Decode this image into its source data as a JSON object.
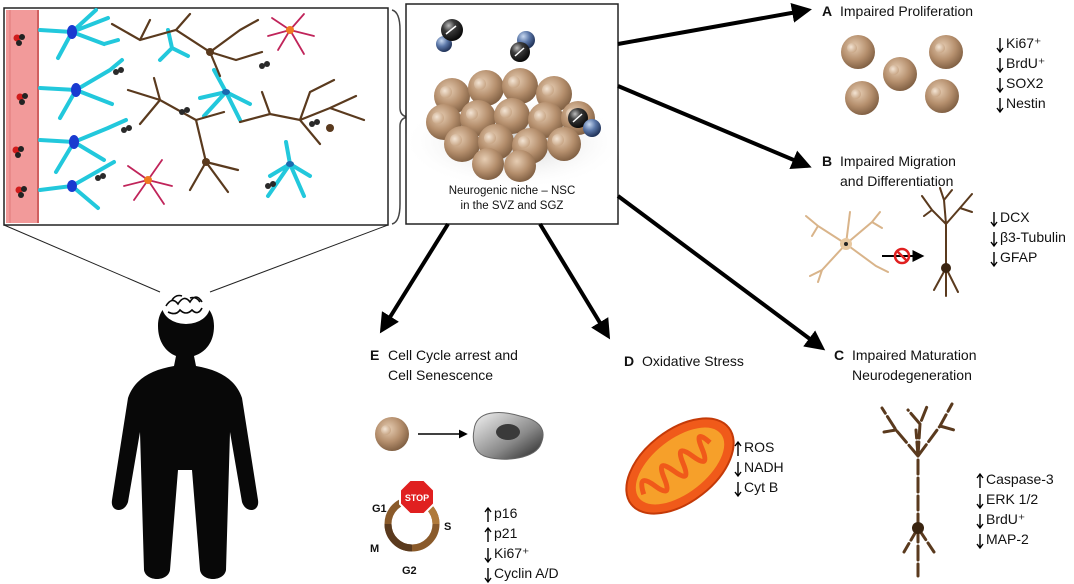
{
  "niche": {
    "caption_line1": "Neurogenic niche – NSC",
    "caption_line2": "in the SVZ and SGZ"
  },
  "panels": {
    "A": {
      "letter": "A",
      "title": "Impaired Proliferation",
      "markers": [
        {
          "dir": "down",
          "text": "Ki67⁺"
        },
        {
          "dir": "down",
          "text": "BrdU⁺"
        },
        {
          "dir": "down",
          "text": "SOX2"
        },
        {
          "dir": "down",
          "text": "Nestin"
        }
      ]
    },
    "B": {
      "letter": "B",
      "title_line1": "Impaired Migration",
      "title_line2": "and Differentiation",
      "markers": [
        {
          "dir": "down",
          "text": "DCX"
        },
        {
          "dir": "down",
          "text": "β3-Tubulin"
        },
        {
          "dir": "down",
          "text": "GFAP"
        }
      ]
    },
    "C": {
      "letter": "C",
      "title_line1": "Impaired Maturation",
      "title_line2": "Neurodegeneration",
      "markers": [
        {
          "dir": "up",
          "text": "Caspase-3"
        },
        {
          "dir": "down",
          "text": "ERK 1/2"
        },
        {
          "dir": "down",
          "text": "BrdU⁺"
        },
        {
          "dir": "down",
          "text": "MAP-2"
        }
      ]
    },
    "D": {
      "letter": "D",
      "title": "Oxidative Stress",
      "markers": [
        {
          "dir": "up",
          "text": "ROS"
        },
        {
          "dir": "down",
          "text": "NADH"
        },
        {
          "dir": "down",
          "text": "Cyt B"
        }
      ]
    },
    "E": {
      "letter": "E",
      "title_line1": "Cell Cycle arrest and",
      "title_line2": "Cell Senescence",
      "markers": [
        {
          "dir": "up",
          "text": "p16"
        },
        {
          "dir": "up",
          "text": "p21"
        },
        {
          "dir": "down",
          "text": "Ki67⁺"
        },
        {
          "dir": "down",
          "text": "Cyclin A/D"
        }
      ]
    }
  },
  "cell_cycle": {
    "stop_label": "STOP",
    "phases": {
      "g1": "G1",
      "s": "S",
      "m": "M",
      "g2": "G2"
    }
  },
  "colors": {
    "cell": "#b08a6a",
    "neuron": "#5a3a1e",
    "astrocyte": "#2ad0e0",
    "microglia": "#c0245a",
    "vessel": "#f08080",
    "stop": "#e02020",
    "mito_outer": "#f05a1a",
    "mito_inner": "#f8b43a"
  }
}
